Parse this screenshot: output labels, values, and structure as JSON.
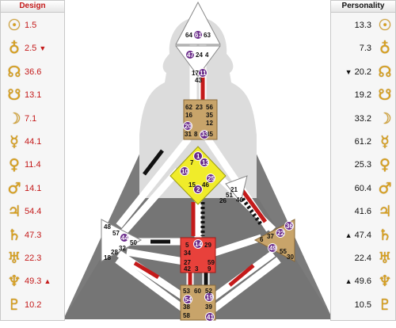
{
  "design": {
    "title": "Design",
    "rows": [
      {
        "planet": "Sun",
        "glyph": "☉",
        "value": "1.5",
        "marker": ""
      },
      {
        "planet": "Earth",
        "glyph": "♁",
        "value": "2.5",
        "marker": "▼"
      },
      {
        "planet": "North Node",
        "glyph": "☊",
        "value": "36.6",
        "marker": ""
      },
      {
        "planet": "South Node",
        "glyph": "☋",
        "value": "13.1",
        "marker": ""
      },
      {
        "planet": "Moon",
        "glyph": "☽",
        "value": "7.1",
        "marker": ""
      },
      {
        "planet": "Mercury",
        "glyph": "☿",
        "value": "44.1",
        "marker": ""
      },
      {
        "planet": "Venus",
        "glyph": "♀",
        "value": "11.4",
        "marker": ""
      },
      {
        "planet": "Mars",
        "glyph": "♂",
        "value": "14.1",
        "marker": ""
      },
      {
        "planet": "Jupiter",
        "glyph": "♃",
        "value": "54.4",
        "marker": ""
      },
      {
        "planet": "Saturn",
        "glyph": "♄",
        "value": "47.3",
        "marker": ""
      },
      {
        "planet": "Uranus",
        "glyph": "♅",
        "value": "22.3",
        "marker": ""
      },
      {
        "planet": "Neptune",
        "glyph": "♆",
        "value": "49.3",
        "marker": "▲"
      },
      {
        "planet": "Pluto",
        "glyph": "♇",
        "value": "10.2",
        "marker": ""
      }
    ]
  },
  "personality": {
    "title": "Personality",
    "rows": [
      {
        "planet": "Sun",
        "glyph": "☉",
        "value": "13.3",
        "marker": ""
      },
      {
        "planet": "Earth",
        "glyph": "♁",
        "value": "7.3",
        "marker": ""
      },
      {
        "planet": "North Node",
        "glyph": "☊",
        "value": "20.2",
        "marker": "▼"
      },
      {
        "planet": "South Node",
        "glyph": "☋",
        "value": "19.2",
        "marker": ""
      },
      {
        "planet": "Moon",
        "glyph": "☽",
        "value": "33.2",
        "marker": ""
      },
      {
        "planet": "Mercury",
        "glyph": "☿",
        "value": "61.2",
        "marker": ""
      },
      {
        "planet": "Venus",
        "glyph": "♀",
        "value": "25.3",
        "marker": ""
      },
      {
        "planet": "Mars",
        "glyph": "♂",
        "value": "60.4",
        "marker": ""
      },
      {
        "planet": "Jupiter",
        "glyph": "♃",
        "value": "41.6",
        "marker": ""
      },
      {
        "planet": "Saturn",
        "glyph": "♄",
        "value": "47.4",
        "marker": "▲"
      },
      {
        "planet": "Uranus",
        "glyph": "♅",
        "value": "22.4",
        "marker": ""
      },
      {
        "planet": "Neptune",
        "glyph": "♆",
        "value": "49.6",
        "marker": "▲"
      },
      {
        "planet": "Pluto",
        "glyph": "♇",
        "value": "10.5",
        "marker": ""
      }
    ]
  },
  "colors": {
    "design": "#c41a1a",
    "personality": "#111111",
    "glyph": "#d9a11c",
    "defined_center": "#c8a46a",
    "g_center": "#f0ec2a",
    "sacral": "#e8413b",
    "gate_badge": "#6a2a8a",
    "undefined_center": "#ffffff",
    "triangle_bg": "#7d7d7d",
    "silhouette": "#dcdcdc"
  },
  "gates": {
    "head": [
      "64",
      "61",
      "63"
    ],
    "ajna": [
      "47",
      "24",
      "4"
    ],
    "throat_top": [
      "17",
      "11",
      "43"
    ],
    "throat": [
      "62",
      "23",
      "56",
      "16",
      "35",
      "12",
      "20",
      "45",
      "31",
      "8",
      "33"
    ],
    "g_center": [
      "1",
      "7",
      "13",
      "10",
      "25",
      "15",
      "46",
      "2"
    ],
    "heart": [
      "21",
      "51",
      "26",
      "40"
    ],
    "spleen": [
      "48",
      "57",
      "44",
      "50",
      "32",
      "28",
      "18"
    ],
    "sacral": [
      "5",
      "14",
      "29",
      "34",
      "27",
      "42",
      "3",
      "59",
      "9"
    ],
    "solar_plexus": [
      "36",
      "6",
      "37",
      "22",
      "49",
      "55",
      "30"
    ],
    "root": [
      "53",
      "60",
      "52",
      "54",
      "19",
      "38",
      "39",
      "58",
      "41"
    ]
  }
}
